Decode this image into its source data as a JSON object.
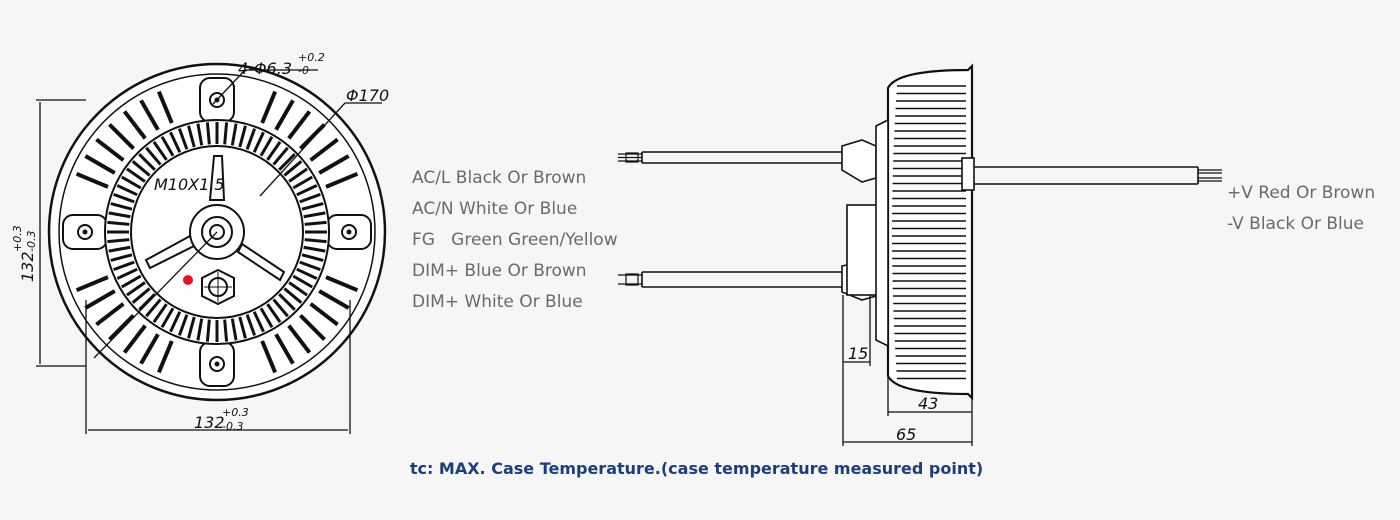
{
  "front_view": {
    "hole_dim": "4-Φ6.3",
    "hole_tol_plus": "+0.2",
    "hole_tol_minus": "-0",
    "diameter_dim": "Φ170",
    "thread_label": "M10X1.5",
    "height_dim": "132",
    "width_dim": "132",
    "tol_plus": "+0.3",
    "tol_minus": "-0.3",
    "tc_point_color": "#e8141b"
  },
  "input_wires": [
    "AC/L Black Or Brown",
    "AC/N White Or Blue",
    "FG   Green Green/Yellow",
    "DIM+ Blue Or Brown",
    "DIM+ White Or Blue"
  ],
  "output_wires": [
    "+V Red Or Brown",
    "-V Black Or Blue"
  ],
  "side_view": {
    "dim_15": "15",
    "dim_43": "43",
    "dim_65": "65"
  },
  "caption": "tc: MAX. Case Temperature.(case temperature measured point)"
}
